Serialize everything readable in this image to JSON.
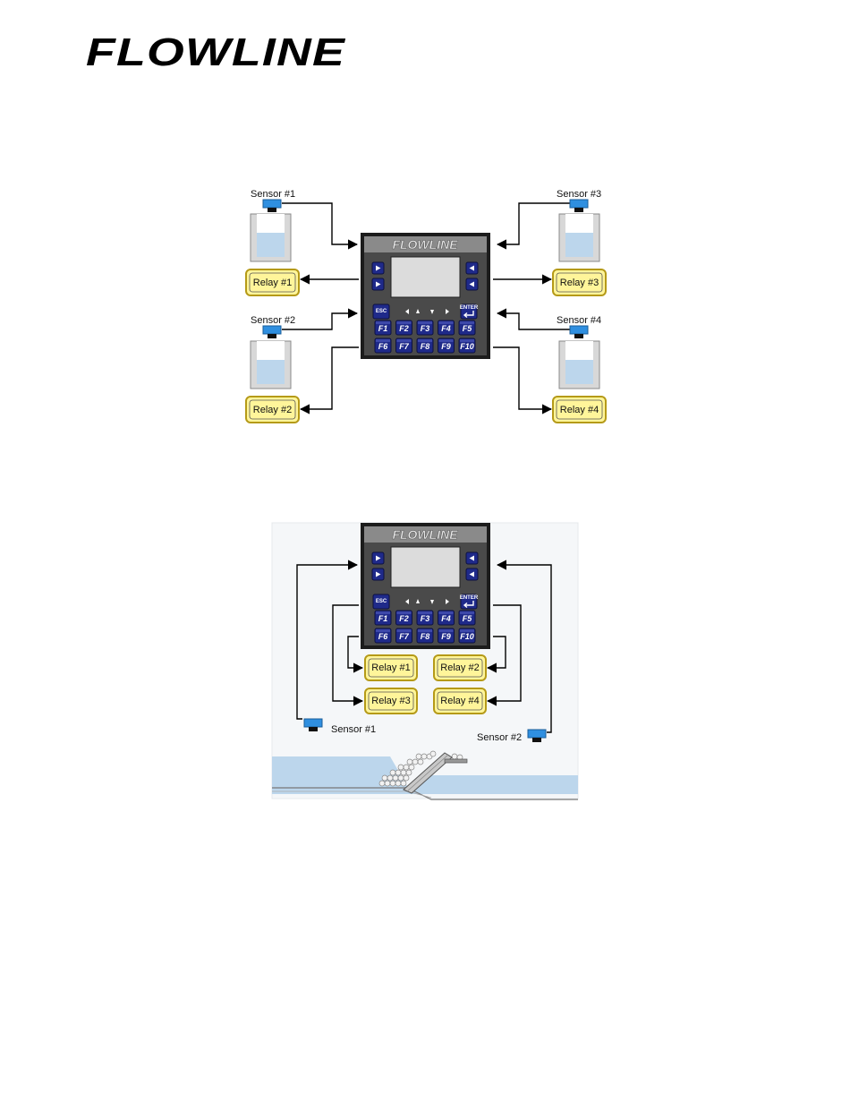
{
  "logo": {
    "text": "FLOWLINE"
  },
  "controller": {
    "brand": "FLOWLINE",
    "esc_label": "ESC",
    "enter_label": "ENTER",
    "function_keys": [
      "F1",
      "F2",
      "F3",
      "F4",
      "F5",
      "F6",
      "F7",
      "F8",
      "F9",
      "F10"
    ]
  },
  "diagram1": {
    "sensors": [
      "Sensor #1",
      "Sensor #2",
      "Sensor #3",
      "Sensor #4"
    ],
    "relays": [
      "Relay #1",
      "Relay #2",
      "Relay #3",
      "Relay #4"
    ]
  },
  "diagram2": {
    "sensors": [
      "Sensor #1",
      "Sensor #2"
    ],
    "relays": [
      "Relay #1",
      "Relay #2",
      "Relay #3",
      "Relay #4"
    ]
  },
  "colors": {
    "relay_fill": "#fff59a",
    "relay_border": "#b59a18",
    "sensor_blue": "#2f8fe0",
    "water": "#bcd6ec",
    "housing": "#1c1c1c",
    "panel": "#4a4a4a",
    "key": "#1f2a8a",
    "screen": "#dcdcdc"
  }
}
